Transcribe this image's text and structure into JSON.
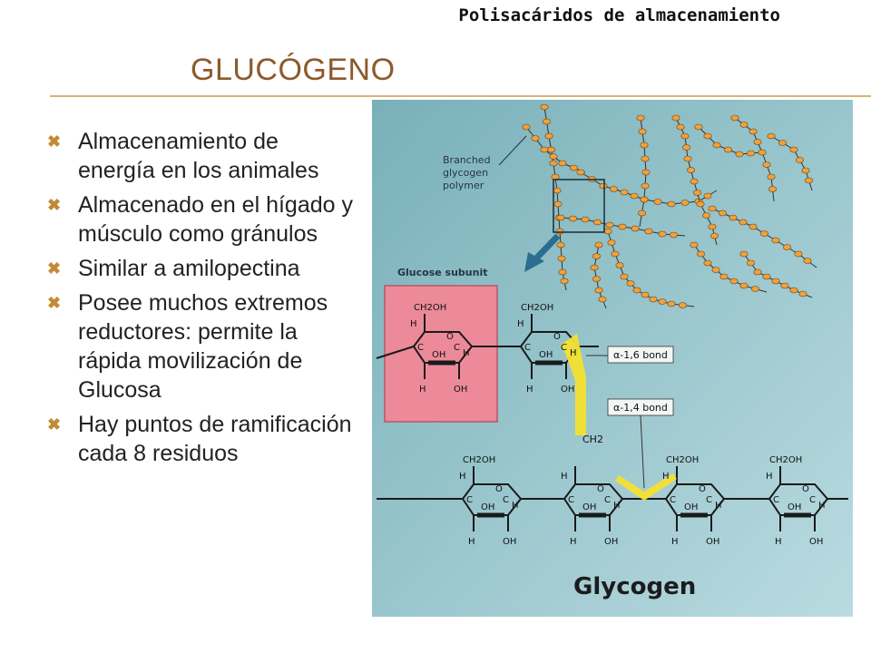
{
  "header": {
    "subtitle": "Polisacáridos de almacenamiento",
    "title": "GLUCÓGENO"
  },
  "bullets": [
    {
      "text": "Almacenamiento de energía en los animales"
    },
    {
      "text": "Almacenado en el hígado y músculo como gránulos"
    },
    {
      "text": "Similar a amilopectina"
    },
    {
      "text": "Posee muchos extremos reductores: permite la rápida movilización de Glucosa"
    },
    {
      "text": "Hay puntos de ramificación cada 8 residuos"
    }
  ],
  "figure": {
    "polymer_label": "Branched glycogen polymer",
    "subunit_label": "Glucose subunit",
    "bond_16": "α-1,6 bond",
    "bond_14": "α-1,4 bond",
    "caption": "Glycogen",
    "atoms": {
      "ch2oh": "CH2OH",
      "ch2": "CH2",
      "oh": "OH",
      "h": "H",
      "c": "C",
      "o": "O"
    },
    "colors": {
      "background": "#8fc3c9",
      "bead": "#f0a13a",
      "highlight": "#f4e030",
      "subunit_box": "#ec8a99"
    }
  }
}
